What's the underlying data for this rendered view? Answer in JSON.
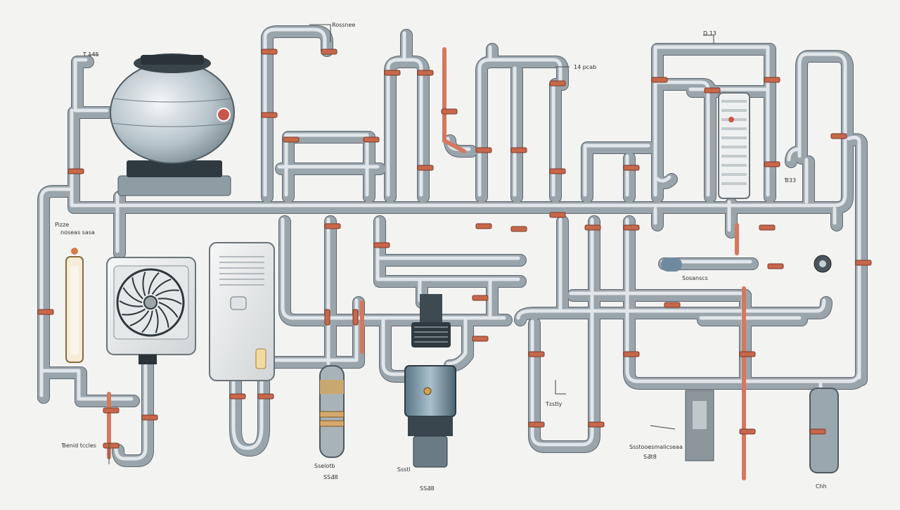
{
  "labels": {
    "top_center": "Rossnee",
    "top_right": "D 13",
    "mid_right": "14 pcab",
    "left_tank": "Ƭ 145",
    "left_side_1": "Pizze",
    "left_side_2": "noseas sasa",
    "bottom_left": "Ɓenid tccles",
    "bottom_pump_1": "Sselotb",
    "bottom_pump_2": "SSƋ8",
    "bottom_center_1": "Ssstl",
    "bottom_center_2": "SSƋ8",
    "mid_branch": "Ƭƨstly",
    "right_small": "Ɓ33",
    "bottom_right_1": "Ssstooesmalicseaa",
    "bottom_right_2": "SƋt8",
    "far_right_bottom": "Chh",
    "right_valve": "Sosanscs"
  },
  "colors": {
    "pipe": "#9aa4ab",
    "copper": "#d4785e",
    "collar": "#c8674b",
    "brass": "#d7a86b",
    "background": "#f3f3f2"
  }
}
